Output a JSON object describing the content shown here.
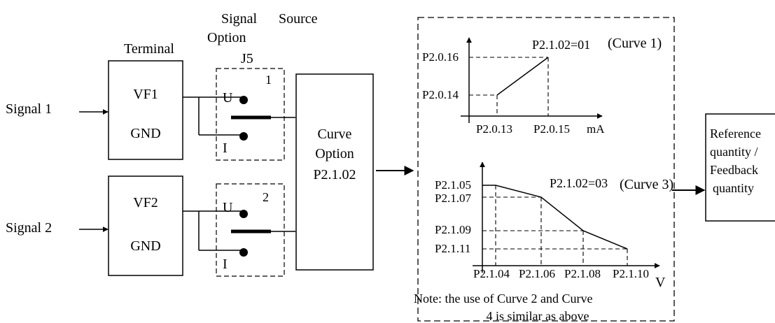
{
  "inputs": {
    "signal_1": "Signal 1",
    "signal_2": "Signal 2"
  },
  "headers": {
    "signal_option": "Signal",
    "signal_option_2": "Option",
    "source": "Source",
    "terminal": "Terminal",
    "jumper": "J5"
  },
  "terminal_1": {
    "pin_top": "VF1",
    "pin_bottom": "GND",
    "switch_number": "1"
  },
  "terminal_2": {
    "pin_top": "VF2",
    "pin_bottom": "GND",
    "switch_number": "2"
  },
  "switch": {
    "voltage_label": "U",
    "current_label": "I"
  },
  "curve_option": {
    "line1": "Curve",
    "line2": "Option",
    "parameter": "P2.1.02"
  },
  "curve_1": {
    "setting": "P2.1.02=01",
    "name": "(Curve 1)",
    "x_unit": "mA",
    "y_ticks": [
      "P2.0.16",
      "P2.0.14"
    ],
    "x_ticks": [
      "P2.0.13",
      "P2.0.15"
    ]
  },
  "curve_3": {
    "setting": "P2.1.02=03",
    "name": "(Curve 3)",
    "x_unit": "V",
    "y_ticks": [
      "P2.1.05",
      "P2.1.07",
      "P2.1.09",
      "P2.1.11"
    ],
    "x_ticks": [
      "P2.1.04",
      "P2.1.06",
      "P2.1.08",
      "P2.1.10"
    ]
  },
  "note": {
    "line1": "Note: the use of Curve 2 and Curve",
    "line2": "4 is similar as above"
  },
  "output": {
    "line1": "Reference",
    "line2": "quantity /",
    "line3": "Feedback",
    "line4": "quantity"
  }
}
